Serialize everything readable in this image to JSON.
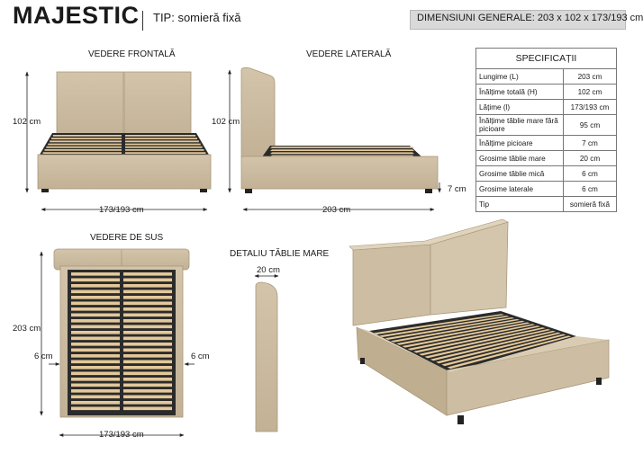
{
  "header": {
    "title": "MAJESTIC",
    "tip": "TIP: somieră fixă",
    "dims_label": "DIMENSIUNI GENERALE:",
    "dims_value": "203 x 102 x 173/193 cm"
  },
  "views": {
    "front": "VEDERE FRONTALĂ",
    "side": "VEDERE LATERALĂ",
    "top": "VEDERE DE SUS",
    "detail": "DETALIU TĂBLIE MARE"
  },
  "measurements": {
    "front_height": "102 cm",
    "front_width": "173/193 cm",
    "side_height": "102 cm",
    "side_length": "203 cm",
    "side_leg": "7 cm",
    "top_length": "203 cm",
    "top_left_side": "6 cm",
    "top_right_side": "6 cm",
    "top_width": "173/193 cm",
    "detail_thickness": "20 cm"
  },
  "specs": {
    "title": "SPECIFICAȚII",
    "rows": [
      {
        "label": "Lungime (L)",
        "value": "203 cm"
      },
      {
        "label": "Înălțime totală (H)",
        "value": "102 cm"
      },
      {
        "label": "Lățime (l)",
        "value": "173/193 cm"
      },
      {
        "label": "Înălțime tăblie mare fără picioare",
        "value": "95 cm"
      },
      {
        "label": "Înălțime picioare",
        "value": "7 cm"
      },
      {
        "label": "Grosime tăblie mare",
        "value": "20 cm"
      },
      {
        "label": "Grosime tăblie mică",
        "value": "6 cm"
      },
      {
        "label": "Grosime laterale",
        "value": "6 cm"
      },
      {
        "label": "Tip",
        "value": "somieră fixă"
      }
    ]
  },
  "colors": {
    "upholstery": "#cbbba0",
    "upholstery_dark": "#b5a386",
    "slat": "#e3c89a",
    "frame": "#2b2b2b",
    "header_box": "#d9d9d9"
  }
}
